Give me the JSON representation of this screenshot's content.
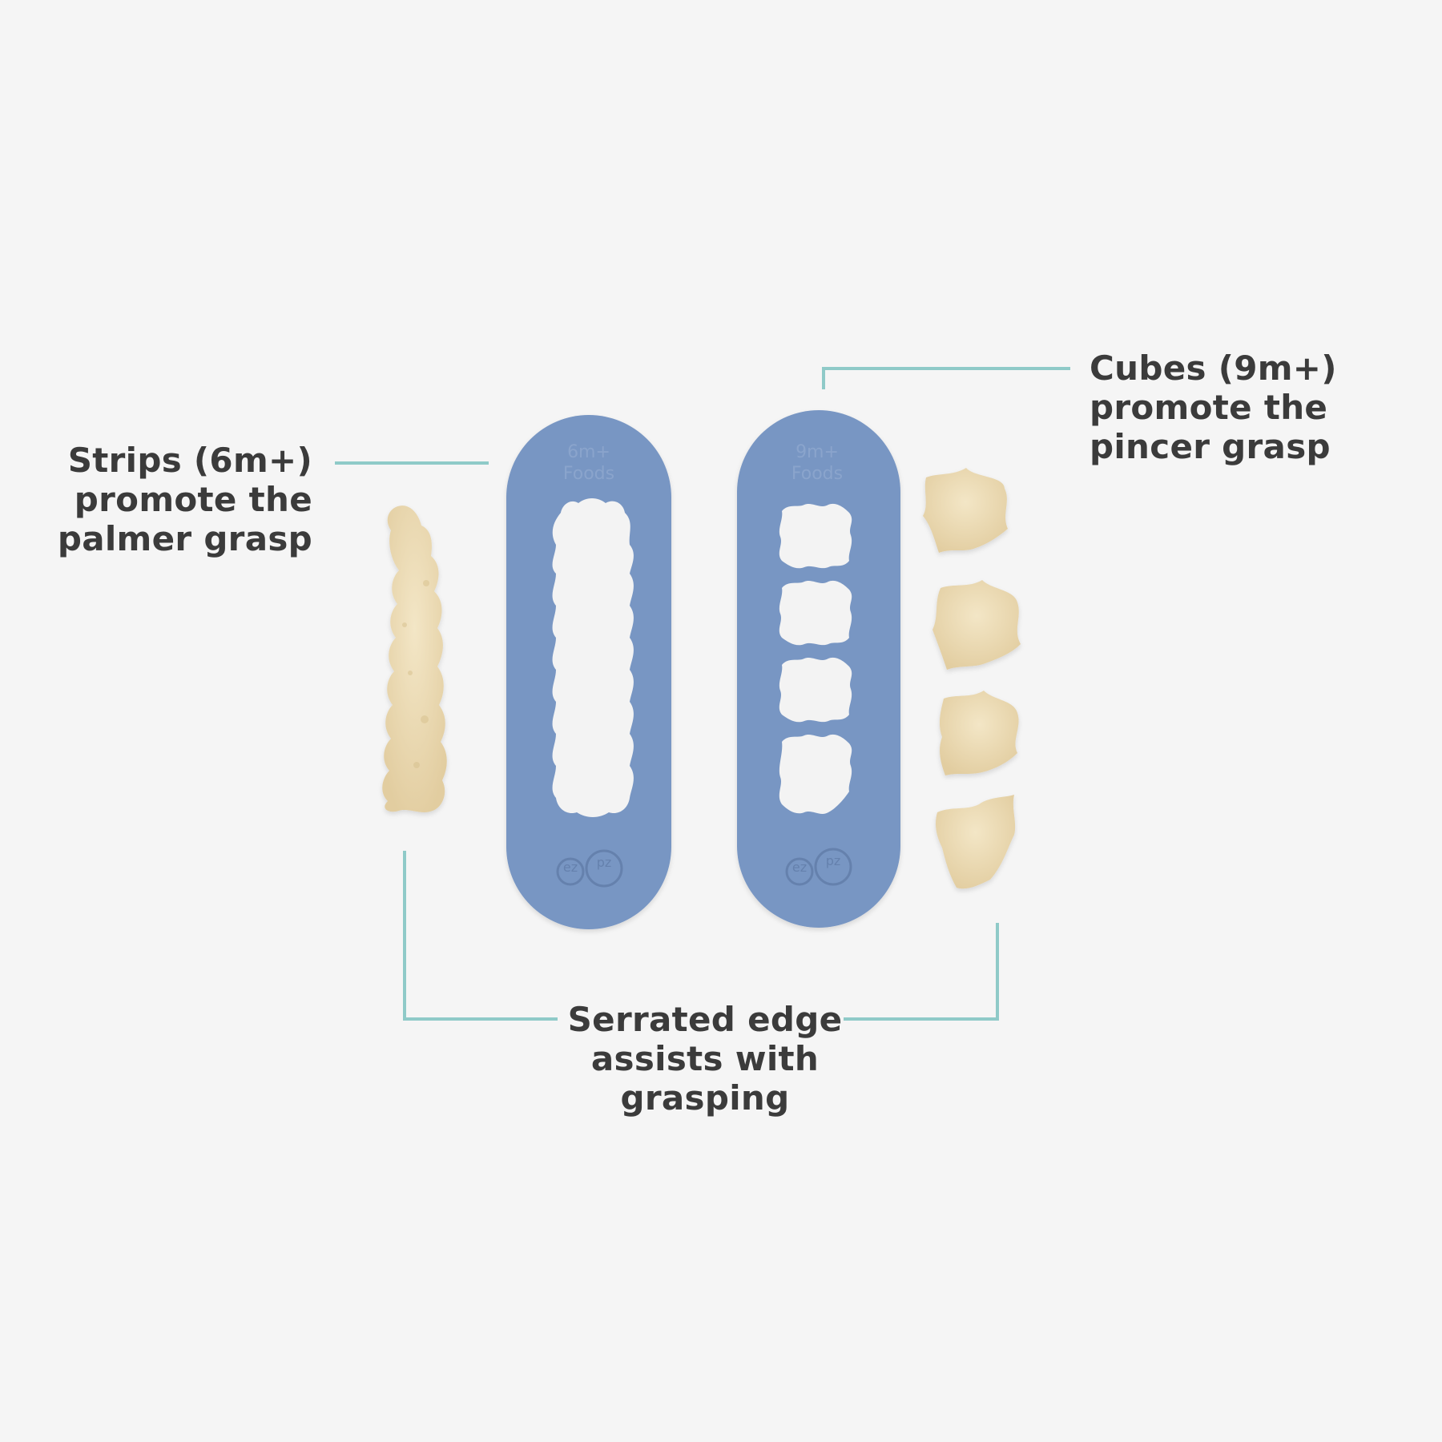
{
  "callouts": {
    "strips": {
      "line1": "Strips (6m+)",
      "line2": "promote the",
      "line3": "palmer grasp"
    },
    "cubes": {
      "line1": "Cubes (9m+)",
      "line2": "promote the",
      "line3": "pincer grasp"
    },
    "serrated": {
      "line1": "Serrated edge",
      "line2": "assists with",
      "line3": "grasping"
    }
  },
  "cutters": {
    "strips": {
      "age": "6m+",
      "sub": "Foods",
      "logo_left": "ez",
      "logo_right": "pz"
    },
    "cubes": {
      "age": "9m+",
      "sub": "Foods",
      "logo_left": "ez",
      "logo_right": "pz"
    }
  },
  "colors": {
    "background": "#f5f5f5",
    "cutter": "#7896c3",
    "leader_line": "#8fcac8",
    "text": "#3b3b3b",
    "food": "#eddcb4"
  }
}
